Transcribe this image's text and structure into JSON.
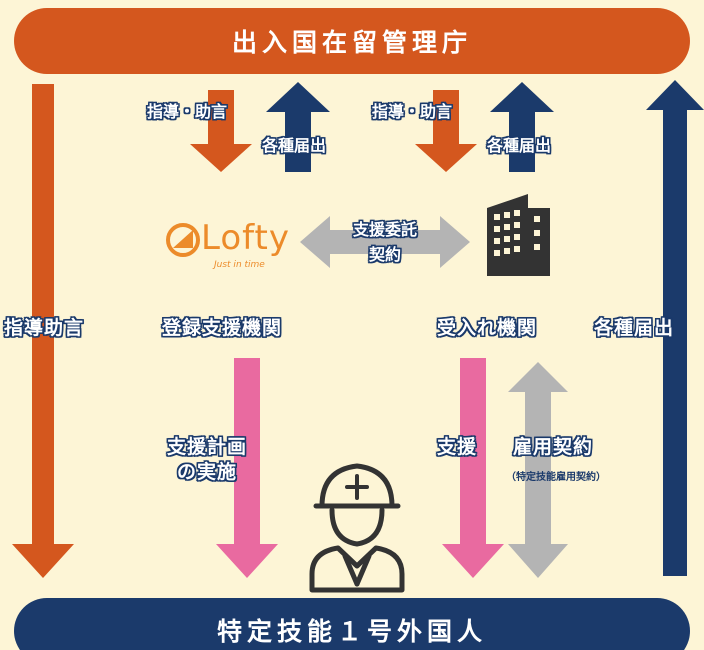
{
  "top_banner": {
    "text": "出入国在留管理庁",
    "color": "#d4571e"
  },
  "bottom_banner": {
    "text": "特定技能１号外国人",
    "color": "#1b3a6b"
  },
  "left_column": {
    "label": "指導助言"
  },
  "right_column": {
    "label": "各種届出"
  },
  "registered_agency": {
    "title": "登録支援機関",
    "logo_word": "Lofty",
    "logo_tagline": "Just in time",
    "guidance_label": "指導・助言",
    "notification_label": "各種届出",
    "to_worker_label_line1": "支援計画",
    "to_worker_label_line2": "の実施"
  },
  "host_org": {
    "title": "受入れ機関",
    "guidance_label": "指導・助言",
    "notification_label": "各種届出",
    "support_label": "支援",
    "employment_label": "雇用契約",
    "employment_note": "（特定技能雇用契約）"
  },
  "outsourcing": {
    "line1": "支援委託",
    "line2": "契約"
  },
  "colors": {
    "orange": "#d4571e",
    "navy": "#1b3a6b",
    "pink": "#e96aa0",
    "gray": "#b4b4b4",
    "background": "#fdf5d6"
  }
}
